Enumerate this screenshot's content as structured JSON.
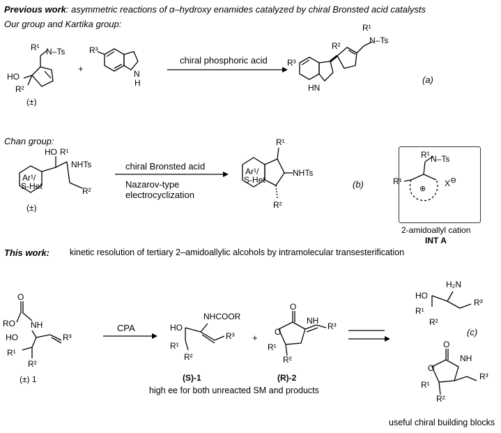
{
  "header": {
    "previous_work_label": "Previous work",
    "previous_work_text": ": asymmetric reactions of α–hydroxy enamides catalyzed by chiral Bronsted acid catalysts"
  },
  "section_a": {
    "title": "Our group and Kartika group:",
    "reagent": "chiral phosphoric acid",
    "label": "(a)",
    "substrate": {
      "r1": "R¹",
      "ts": "N–Ts",
      "ho": "HO",
      "r2": "R²",
      "racemic": "(±)"
    },
    "indole": {
      "r3": "R³",
      "nh": "N",
      "h": "H"
    },
    "plus": "+",
    "product": {
      "r1": "R¹",
      "r2": "R²",
      "r3": "R³",
      "ts": "N–Ts",
      "hn": "HN"
    }
  },
  "section_b": {
    "title": "Chan group:",
    "reagent_top": "chiral Bronsted acid",
    "reagent_bottom_line1": "Nazarov-type",
    "reagent_bottom_line2": "electrocyclization",
    "label": "(b)",
    "substrate": {
      "ho": "HO",
      "r1": "R¹",
      "nhts": "NHTs",
      "ring": "Ar¹/",
      "ring2": "S-Het",
      "r2": "R²",
      "racemic": "(±)"
    },
    "product": {
      "r1": "R¹",
      "nhts": "NHTs",
      "ring": "Ar¹/",
      "ring2": "S-Het",
      "r2": "R²"
    }
  },
  "intermediate": {
    "r1_top": "R¹",
    "ts": "N–Ts",
    "r1_left": "R¹",
    "anion": "X",
    "anion_charge": "⊖",
    "cation_charge": "⊕",
    "caption": "2-amidoallyl cation",
    "name": "INT A"
  },
  "this_work": {
    "label": "This work:",
    "description": "kinetic resolution of tertiary 2–amidoallylic alcohols by intramolecular transesterification",
    "reagent": "CPA",
    "label_c": "(c)",
    "sm": {
      "o": "O",
      "ro": "RO",
      "nh": "NH",
      "ho": "HO",
      "r1": "R¹",
      "r2": "R²",
      "r3": "R³",
      "name": "(±) 1"
    },
    "product1": {
      "ho": "HO",
      "nhcoor": "NHCOOR",
      "r1": "R¹",
      "r2": "R²",
      "r3": "R³",
      "name": "(S)-1"
    },
    "plus": "+",
    "product2": {
      "o_top": "O",
      "nh": "NH",
      "o": "O",
      "r1": "R¹",
      "r2": "R²",
      "r3": "R³",
      "name": "(R)-2"
    },
    "caption": "high ee for both unreacted SM and products",
    "derivative1": {
      "h2n": "H₂N",
      "ho": "HO",
      "r1": "R¹",
      "r2": "R²",
      "r3": "R³"
    },
    "derivative2": {
      "o_top": "O",
      "nh": "NH",
      "o": "O",
      "r1": "R¹",
      "r2": "R²",
      "r3": "R³"
    },
    "footer": "useful chiral building blocks"
  }
}
